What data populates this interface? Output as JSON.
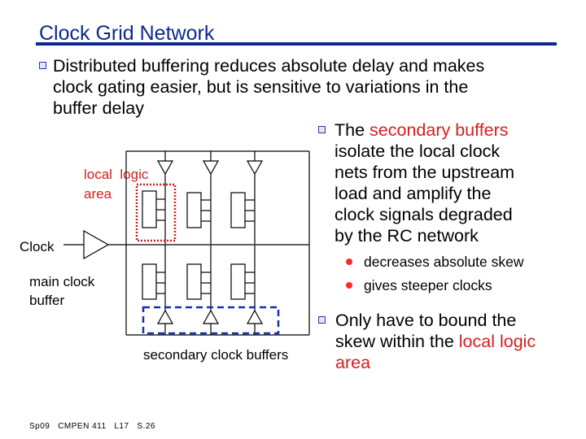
{
  "slide": {
    "title": "Clock Grid Network",
    "bullet1": [
      "Distributed buffering reduces absolute delay and makes",
      "clock gating easier, but is sensitive to variations in the",
      "buffer delay"
    ],
    "bullet2": {
      "pre": "The ",
      "highlight": "secondary buffers",
      "lines": [
        "isolate the local clock",
        "nets from the upstream",
        "load and amplify the",
        "clock signals degraded",
        "by the RC network"
      ]
    },
    "sub_bullets": [
      "decreases absolute skew",
      "gives steeper clocks"
    ],
    "bullet3": {
      "line1": "Only have to bound the",
      "line2_pre": "skew within the ",
      "line2_highlight": "local logic",
      "line3": "area"
    },
    "footer": "Sp09   CMPEN 411   L17   S.26"
  },
  "diagram": {
    "label_local_logic_1": "local  logic",
    "label_local_logic_2": "area",
    "label_clock": "Clock",
    "label_main_buffer_1": "main clock",
    "label_main_buffer_2": "buffer",
    "label_secondary_buffers": "secondary clock buffers"
  },
  "colors": {
    "title": "#0b2a8c",
    "highlight_red": "#d42020",
    "dashed_red": "#cc2020",
    "dashed_blue": "#1530b0",
    "sub_bullet_dot": "#ff2b2b"
  }
}
